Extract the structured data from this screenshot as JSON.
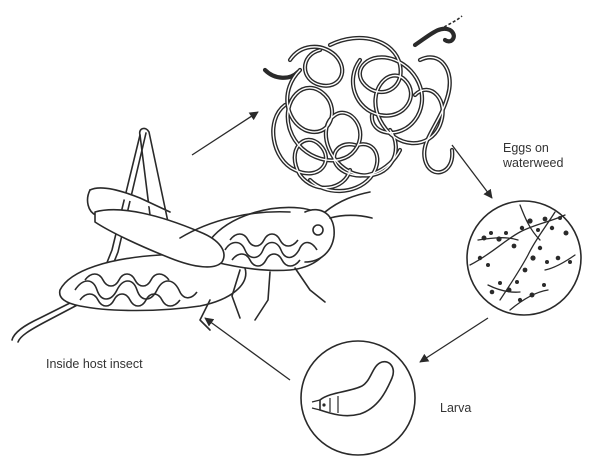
{
  "diagram": {
    "labels": {
      "eggs_line1": "Eggs on",
      "eggs_line2": "waterweed",
      "larva": "Larva",
      "host": "Inside host insect"
    },
    "stroke_color": "#2a2a2a",
    "background": "#ffffff"
  }
}
